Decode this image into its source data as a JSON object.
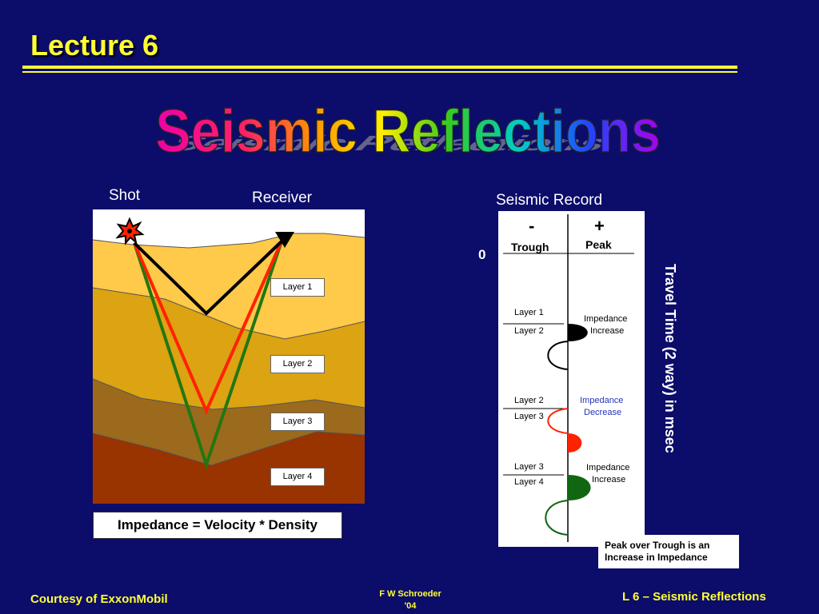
{
  "header": {
    "title": "Lecture 6"
  },
  "wordart": {
    "text": "Seismic Reflections"
  },
  "cross_section": {
    "shot_label": "Shot",
    "receiver_label": "Receiver",
    "layers": [
      "Layer 1",
      "Layer 2",
      "Layer 3",
      "Layer 4"
    ],
    "formula": "Impedance = Velocity * Density",
    "colors": {
      "layer1": "#ffc94a",
      "layer2": "#dca312",
      "layer3": "#9c6a1c",
      "layer4": "#993300",
      "ray_black": "#000000",
      "ray_red": "#ff2200",
      "ray_green": "#227711"
    }
  },
  "seismic_record": {
    "title": "Seismic Record",
    "minus": "-",
    "plus": "+",
    "trough": "Trough",
    "peak": "Peak",
    "zero": "0",
    "axis_label": "Travel Time (2 way) in msec",
    "interfaces": [
      {
        "upper": "Layer 1",
        "lower": "Layer 2",
        "label1": "Impedance",
        "label2": "Increase"
      },
      {
        "upper": "Layer 2",
        "lower": "Layer 3",
        "label1": "Impedance",
        "label2": "Decrease"
      },
      {
        "upper": "Layer 3",
        "lower": "Layer 4",
        "label1": "Impedance",
        "label2": "Increase"
      }
    ],
    "note": "Peak over Trough is an Increase in Impedance"
  },
  "footer": {
    "left": "Courtesy of ExxonMobil",
    "center_line1": "F W Schroeder",
    "center_line2": "'04",
    "right": "L 6 – Seismic Reflections"
  }
}
